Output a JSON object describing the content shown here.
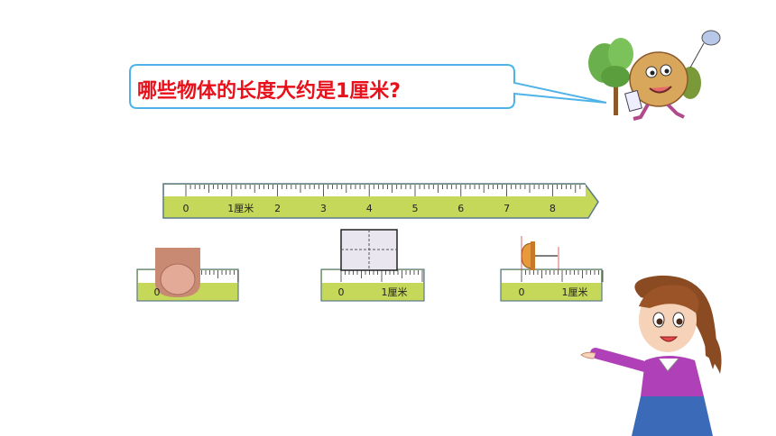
{
  "question": {
    "text": "哪些物体的长度大约是1厘米?"
  },
  "main_ruler": {
    "labels": [
      "0",
      "1厘米",
      "2",
      "3",
      "4",
      "5",
      "6",
      "7",
      "8"
    ]
  },
  "examples": [
    {
      "object": "fingernail",
      "labels": [
        "0"
      ]
    },
    {
      "object": "square",
      "labels": [
        "0",
        "1厘米"
      ]
    },
    {
      "object": "thumbtack",
      "labels": [
        "0",
        "1厘米"
      ]
    }
  ],
  "colors": {
    "question_text": "#e8101a",
    "bubble_border": "#4fb3e8",
    "ruler_fill": "#c6d85a",
    "ruler_border": "#5a7a8a"
  }
}
